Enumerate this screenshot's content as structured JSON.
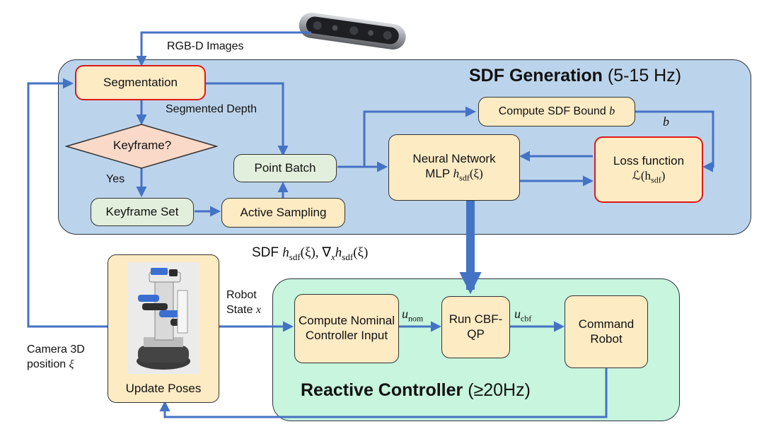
{
  "regions": {
    "sdf": {
      "title_bold": "SDF Generation",
      "title_rate": "(5-15 Hz)"
    },
    "controller": {
      "title_bold": "Reactive Controller",
      "title_rate": "(≥20Hz)"
    }
  },
  "nodes": {
    "segmentation": "Segmentation",
    "keyframe_decision": "Keyframe?",
    "keyframe_set": "Keyframe Set",
    "active_sampling": "Active Sampling",
    "point_batch": "Point Batch",
    "compute_sdf_bound": "Compute SDF Bound",
    "compute_sdf_bound_var": "b",
    "neural_network_line1": "Neural Network",
    "neural_network_line2": "MLP",
    "neural_network_expr": "h",
    "neural_network_sub": "sdf",
    "neural_network_arg": "(ξ)",
    "loss_function_line1": "Loss function",
    "loss_expr": "ℒ(h",
    "loss_sub": "sdf",
    "loss_close": ")",
    "update_poses": "Update Poses",
    "compute_nominal": "Compute Nominal Controller Input",
    "run_cbf_qp": "Run CBF-QP",
    "command_robot": "Command Robot"
  },
  "labels": {
    "rgbd_images": "RGB-D Images",
    "segmented_depth": "Segmented Depth",
    "yes": "Yes",
    "bound_b": "b",
    "sdf_output_prefix": "SDF",
    "sdf_output_expr": "h",
    "sdf_output_sub": "sdf",
    "sdf_output_arg": "(ξ), ∇",
    "sdf_output_grad_sub": "x",
    "sdf_output_h2": "h",
    "sdf_output_sub2": "sdf",
    "sdf_output_arg2": "(ξ)",
    "robot_state_line1": "Robot",
    "robot_state_line2": "State",
    "robot_state_var": "x",
    "u_nom": "u",
    "u_nom_sub": "nom",
    "u_cbf": "u",
    "u_cbf_sub": "cbf",
    "camera_pos_line1": "Camera 3D",
    "camera_pos_line2": "position",
    "camera_pos_var": "ξ"
  },
  "colors": {
    "arrow": "#4472c4",
    "sdf_region": "#bcd4eb",
    "controller_region": "#c7f5dd",
    "process_box": "#fdebc4",
    "data_box": "#e2efdc",
    "decision": "#fbd9c8",
    "highlight_border": "#e01818"
  }
}
